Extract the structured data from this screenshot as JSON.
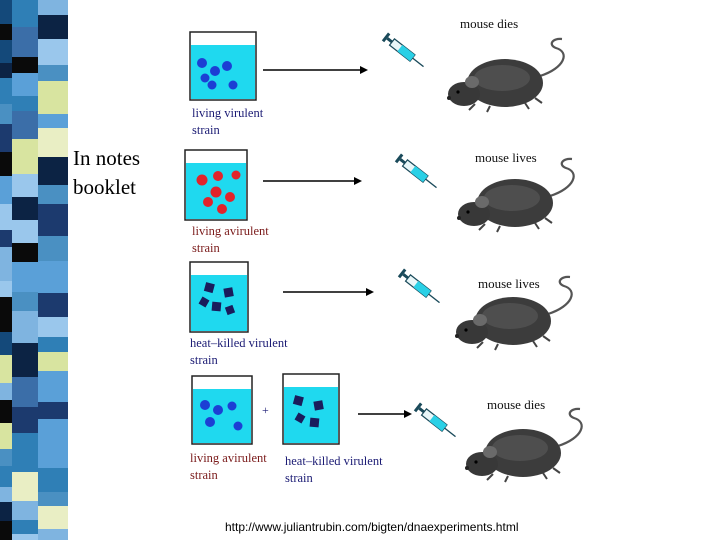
{
  "side_note": {
    "line1": "In notes",
    "line2": "booklet"
  },
  "rows": [
    {
      "label": "living virulent\nstrain",
      "outcome": "mouse dies"
    },
    {
      "label": "living avirulent\nstrain",
      "outcome": "mouse lives"
    },
    {
      "label": "heat–killed virulent\nstrain",
      "outcome": "mouse lives"
    },
    {
      "label_a": "living avirulent\nstrain",
      "plus": "+",
      "label_b": "heat–killed virulent\nstrain",
      "outcome": "mouse dies"
    }
  ],
  "footer": "http://www.juliantrubin.com/bigten/dnaexperiments.html",
  "colors": {
    "liquid": "#1fd9ef",
    "virulent_cell": "#1c3fd4",
    "avirulent_cell": "#e2232b",
    "killed_cell": "#1a1c5c",
    "mouse": "#3a3a3a"
  }
}
